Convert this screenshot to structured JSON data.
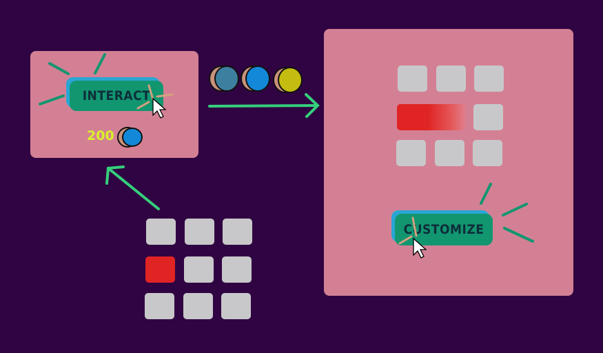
{
  "buttons": {
    "interact_label": "INTERACT",
    "customize_label": "CUSTOMIZE"
  },
  "price": {
    "amount": "200"
  },
  "colors": {
    "background": "#300442",
    "panel": "#d48094",
    "button": "#129670",
    "button_shadow": "#2aa6d4",
    "tile": "#c8c8ca",
    "selected_tile": "#e02424",
    "arrow": "#34d07c",
    "price_text": "#d8f02a",
    "coin_blue": "#1388d8",
    "coin_teal": "#3d7f9e",
    "coin_yellow": "#c4bc10"
  },
  "icons": [
    "coin-icon",
    "cursor-icon",
    "arrow-icon",
    "burst-lines-icon"
  ]
}
